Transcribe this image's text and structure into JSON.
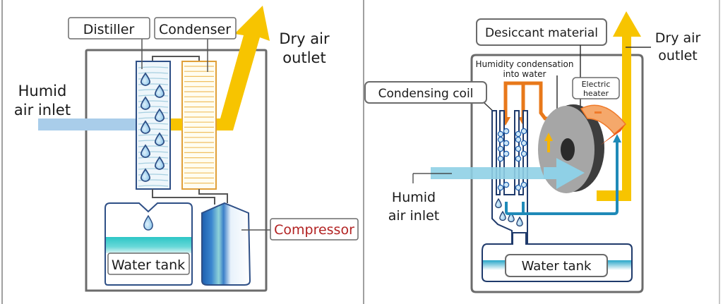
{
  "colors": {
    "background": "#ffffff",
    "frame_gray": "#6b6b6b",
    "label_border": "#6b6b6b",
    "navy_outline": "#1f3a6b",
    "humid_air_light_blue": "#a9cdea",
    "humid_air_cyan": "#8fd0e6",
    "dry_air_yellow": "#f7c400",
    "condenser_orange": "#e8a73a",
    "hot_pipe_orange": "#e8781a",
    "water_teal": "#30c9c9",
    "cold_pipe_blue": "#1f8ab8",
    "wheel_gray": "#a6a6a6",
    "wheel_dark": "#3d3d3d",
    "heater_orange": "#f5a86b",
    "compressor_label_red": "#b22222"
  },
  "panels": [
    {
      "id": "compressor-dehumidifier",
      "labels": {
        "distiller": "Distiller",
        "condenser": "Condenser",
        "dry_air_outlet_line1": "Dry air",
        "dry_air_outlet_line2": "outlet",
        "humid_air_inlet_line1": "Humid",
        "humid_air_inlet_line2": "air inlet",
        "water_tank": "Water tank",
        "compressor": "Compressor"
      }
    },
    {
      "id": "desiccant-dehumidifier",
      "labels": {
        "desiccant_material": "Desiccant material",
        "dry_air_outlet_line1": "Dry air",
        "dry_air_outlet_line2": "outlet",
        "humidity_condensation_line1": "Humidity condensation",
        "humidity_condensation_line2": "into water",
        "electric_heater_line1": "Electric",
        "electric_heater_line2": "heater",
        "condensing_coil": "Condensing coil",
        "humid_air_inlet_line1": "Humid",
        "humid_air_inlet_line2": "air inlet",
        "water_tank": "Water tank"
      }
    }
  ]
}
